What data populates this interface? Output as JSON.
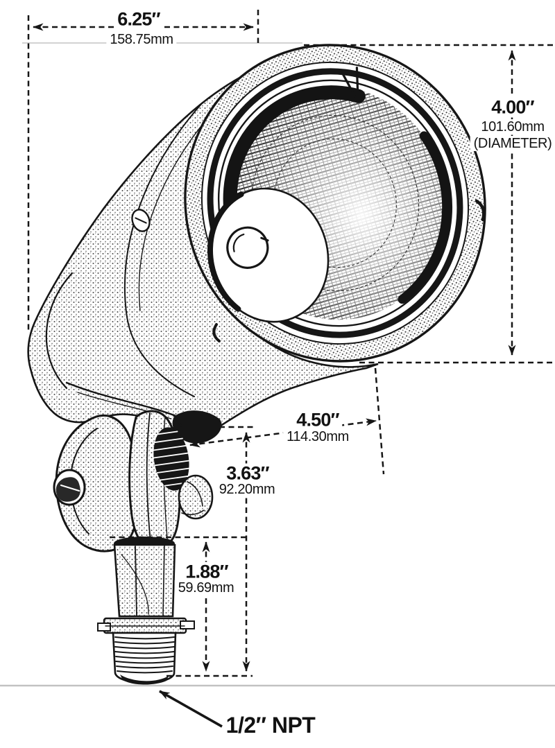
{
  "illustration": {
    "alt": "Stippled line drawing of a bullet-style spotlight fixture on a swivel knuckle with threaded mounting stem"
  },
  "annotations": {
    "width": {
      "inches": "6.25″",
      "metric": "158.75mm"
    },
    "diameter": {
      "inches": "4.00″",
      "metric": "101.60mm",
      "note": "(DIAMETER)"
    },
    "face_offset": {
      "inches": "4.50″",
      "metric": "114.30mm"
    },
    "pivot_height": {
      "inches": "3.63″",
      "metric": "92.20mm"
    },
    "stem_height": {
      "inches": "1.88″",
      "metric": "59.69mm"
    },
    "thread_callout": "1/2″ NPT"
  },
  "colors": {
    "ink": "#161616",
    "ground_line": "#c2c2c2",
    "background": "#ffffff"
  }
}
